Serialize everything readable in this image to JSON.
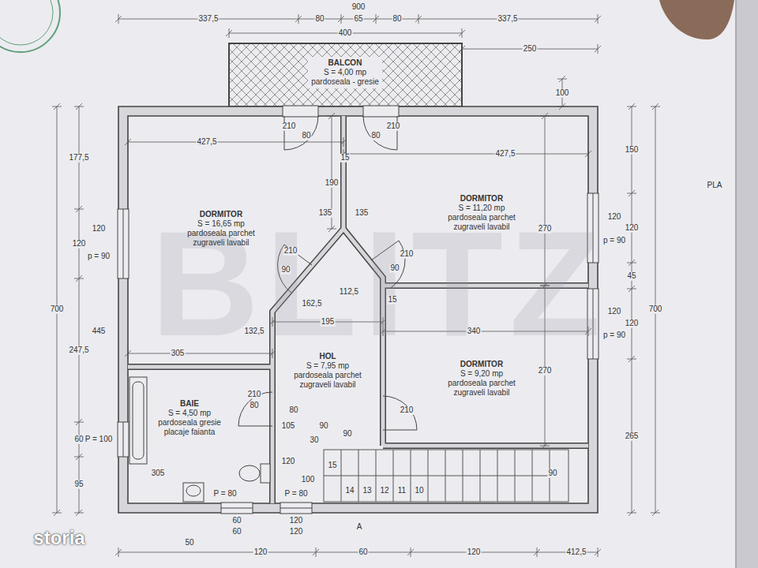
{
  "diagram": {
    "nodes": [
      {
        "text": [
          "BALCON",
          "S = 4,00 mp",
          "pardoseala - gresie"
        ]
      },
      {
        "text": [
          "DORMITOR",
          "S = 16,65 mp",
          "pardoseala parchet",
          "zugraveli lavabil"
        ]
      },
      {
        "text": [
          "DORMITOR",
          "S = 11,20 mp",
          "pardoseala parchet",
          "zugraveli lavabil"
        ]
      },
      {
        "text": [
          "HOL",
          "S = 7,95 mp",
          "pardoseala parchet",
          "zugraveli lavabil"
        ]
      },
      {
        "text": [
          "DORMITOR",
          "S = 9,20 mp",
          "pardoseala parchet",
          "zugraveli lavabil"
        ]
      },
      {
        "text": [
          "BAIE",
          "S = 4,50 mp",
          "pardoseala gresie",
          "placaje faianta"
        ]
      }
    ],
    "labels": [
      "900",
      "337,5",
      "80",
      "65",
      "80",
      "337,5",
      "400",
      "250",
      "100",
      "427,5",
      "427,5",
      "210",
      "80",
      "80",
      "210",
      "15",
      "190",
      "135",
      "135",
      "210",
      "90",
      "90",
      "210",
      "112,5",
      "162,5",
      "132,5",
      "195",
      "15",
      "340",
      "305",
      "210",
      "80",
      "90",
      "105",
      "30",
      "90",
      "15",
      "210",
      "80",
      "120",
      "100",
      "P = 80",
      "P = 80",
      "305",
      "60",
      "60",
      "120",
      "120",
      "A",
      "50",
      "120",
      "60",
      "120",
      "412,5",
      "177,5",
      "120",
      "247,5",
      "60",
      "95",
      "700",
      "120",
      "p = 90",
      "445",
      "P = 100",
      "150",
      "120",
      "45",
      "120",
      "265",
      "700",
      "270",
      "270",
      "120",
      "p = 90",
      "120",
      "p = 90",
      "90",
      "14",
      "13",
      "12",
      "11",
      "10",
      "PLA",
      "BLITZ",
      "storia"
    ]
  }
}
